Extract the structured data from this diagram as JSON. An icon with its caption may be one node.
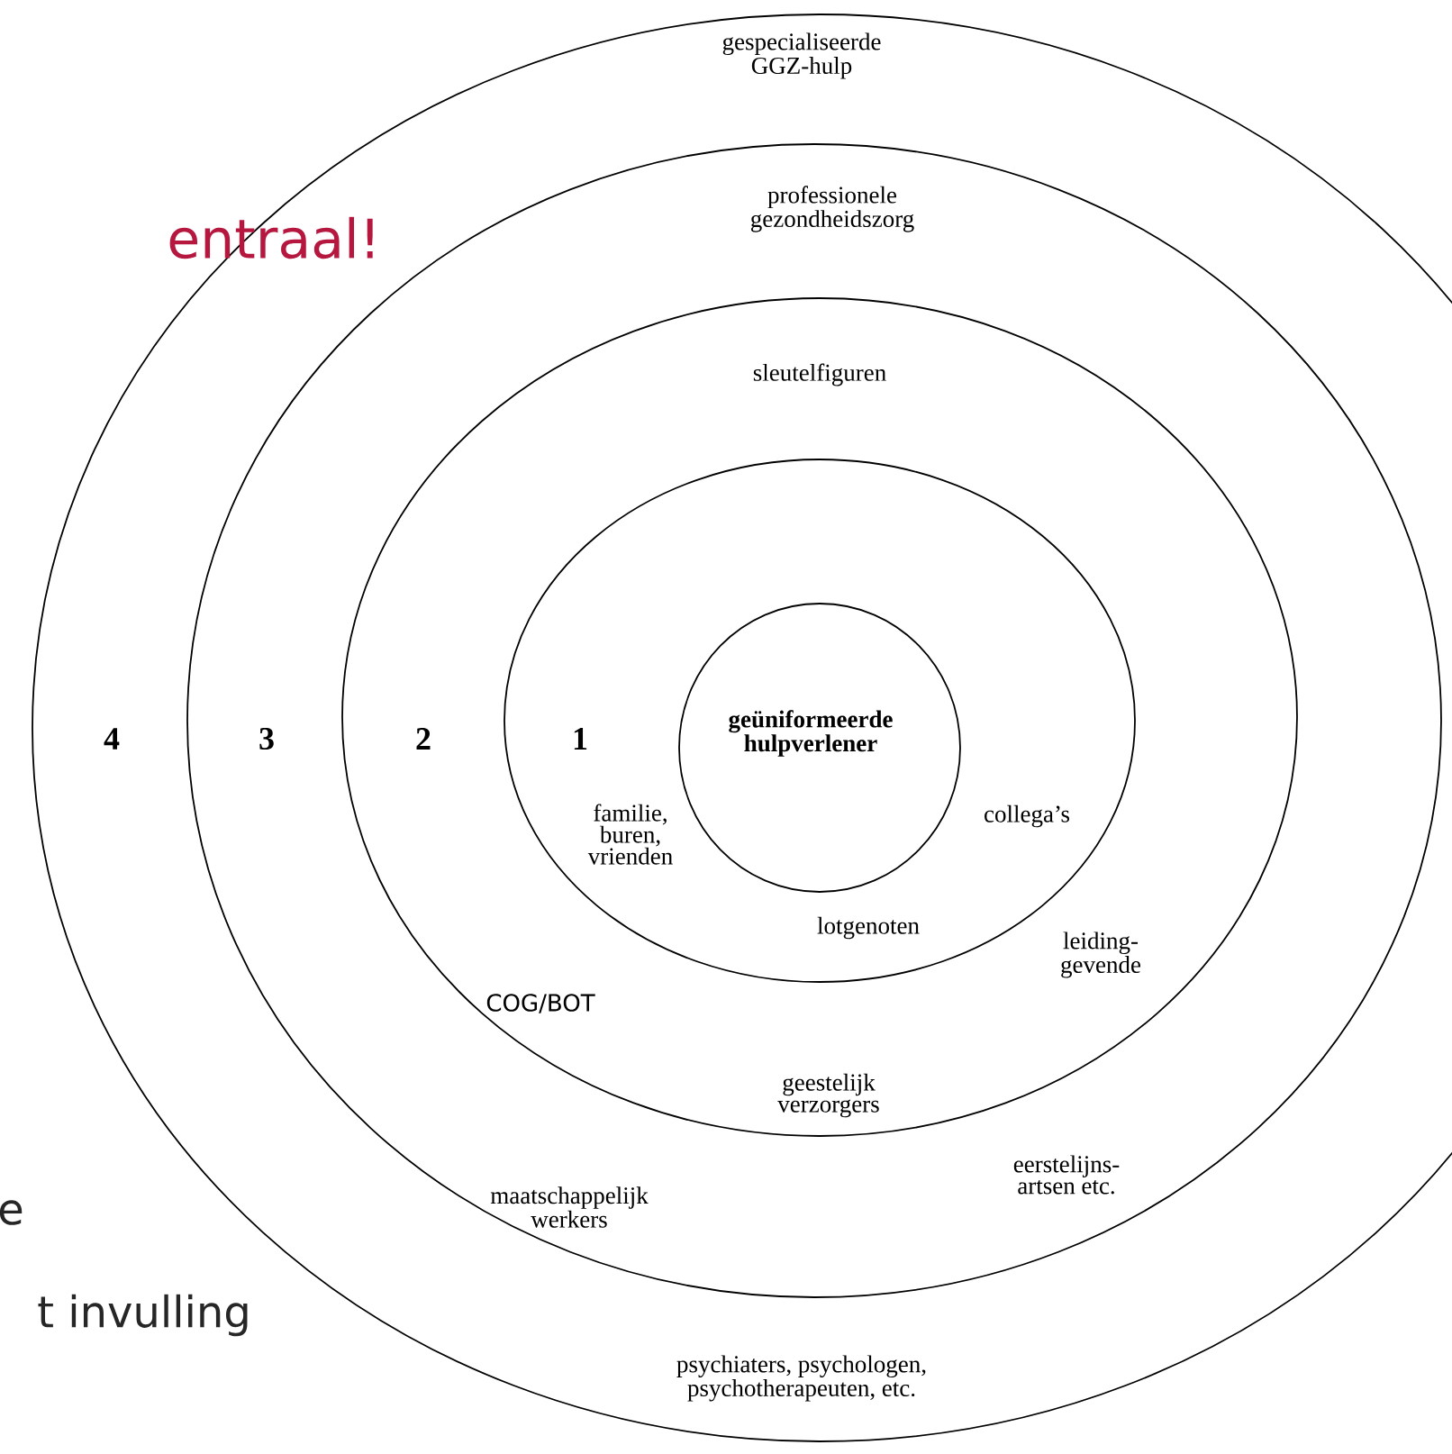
{
  "diagram": {
    "nodes": [
      {
        "text": [
          "gespecialiseerde GGZ-hulp",
          "4",
          "psychiaters, psychologen, psychotherapeuten, etc."
        ]
      },
      {
        "text": [
          "professionele gezondheidszorg",
          "3",
          "eerstelijns-artsen etc.",
          "maatschappelijk werkers"
        ],
        "in": 0
      },
      {
        "text": [
          "sleutelfiguren",
          "2",
          "leiding-gevende",
          "COG/BOT",
          "geestelijk verzorgers"
        ],
        "in": 1
      },
      {
        "text": [
          "1",
          "familie, buren, vrienden",
          "collega’s",
          "lotgenoten"
        ],
        "in": 2
      },
      {
        "text": [
          "geüniformeerde hulpverlener"
        ],
        "in": 3
      }
    ],
    "labels": [
      "entraal!",
      "e",
      "t invulling"
    ]
  }
}
